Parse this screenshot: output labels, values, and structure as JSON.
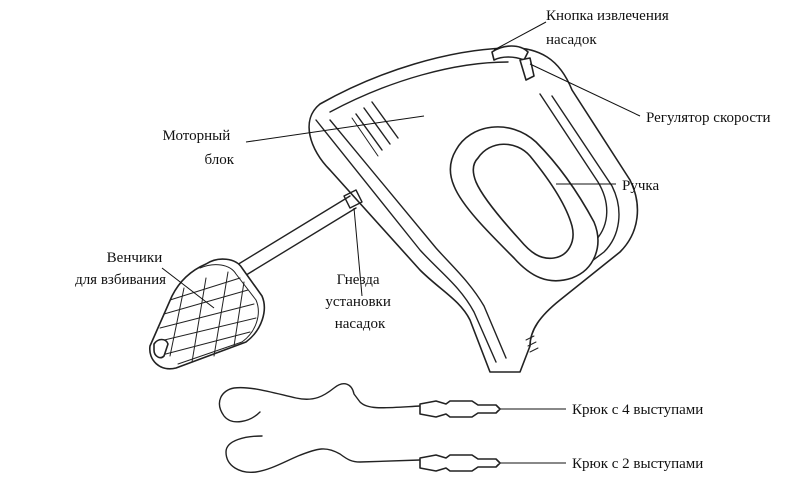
{
  "labels": {
    "eject_button": [
      "Кнопка извлечения",
      "насадок"
    ],
    "speed_regulator": "Регулятор скорости",
    "motor_block": [
      "Моторный",
      "блок"
    ],
    "handle": "Ручка",
    "beaters": [
      "Венчики",
      "для взбивания"
    ],
    "sockets": [
      "Гнезда",
      "установки",
      "насадок"
    ],
    "hook_4": "Крюк с 4 выступами",
    "hook_2": "Крюк с 2 выступами"
  }
}
